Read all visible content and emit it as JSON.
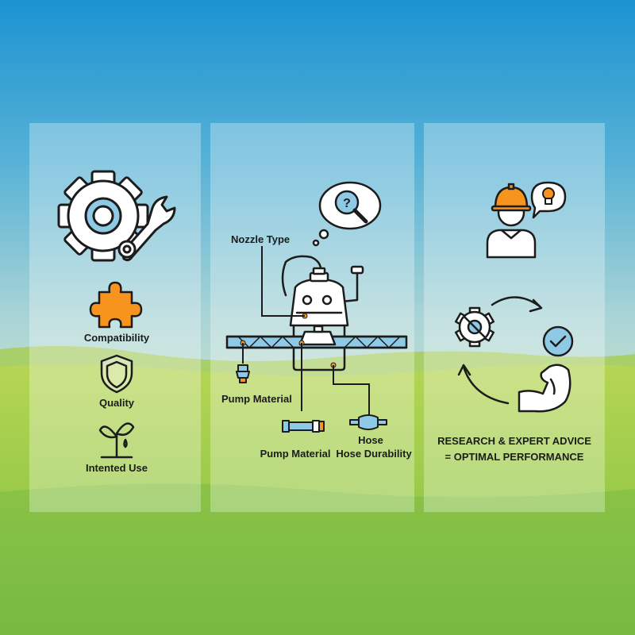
{
  "criteria": {
    "compatibility": "Compatibility",
    "quality": "Quality",
    "intended_use": "Intented Use"
  },
  "sprayer": {
    "nozzle_type": "Nozzle Type",
    "pump_material_left": "Pump Material",
    "pump_material_bottom": "Pump Material",
    "hose": "Hose",
    "hose_durability": "Hose Durability"
  },
  "conclusion": {
    "line1": "RESEARCH & EXPERT ADVICE",
    "line2": "= OPTIMAL PERFORMANCE"
  },
  "colors": {
    "sky_top": "#1b93d1",
    "sky_bottom": "#a8d3d8",
    "field_green": "#8dc63f",
    "accent_orange": "#f7941d",
    "accent_blue": "#8ecae6",
    "outline": "#1c1c1c"
  },
  "icons": [
    "gear-wrench-icon",
    "puzzle-icon",
    "shield-icon",
    "seedling-icon",
    "thought-bubble-icon",
    "magnifier-question-icon",
    "sprayer-icon",
    "engineer-icon",
    "lightbulb-icon",
    "gear-cycle-icon",
    "checkmark-icon",
    "muscle-arm-icon"
  ]
}
